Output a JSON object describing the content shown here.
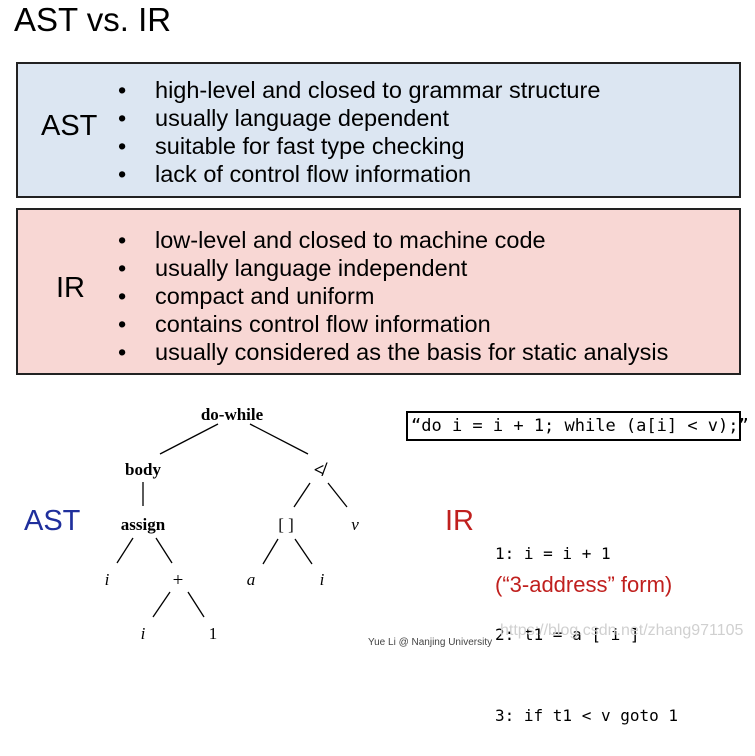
{
  "title": "AST vs. IR",
  "ast_box": {
    "label": "AST",
    "bullets": [
      "high-level and closed to grammar structure",
      "usually language dependent",
      "suitable for fast type checking",
      "lack of control flow information"
    ]
  },
  "ir_box": {
    "label": "IR",
    "bullets": [
      "low-level and closed to machine code",
      "usually language independent",
      "compact and uniform",
      "contains control flow information",
      "usually considered as the basis for static analysis"
    ]
  },
  "bullet_glyph": "•",
  "diagram": {
    "ast_side_label": "AST",
    "ir_side_label": "IR",
    "tree_nodes": {
      "do_while": "do-while",
      "body": "body",
      "not_less": "≮",
      "assign": "assign",
      "index": "[ ]",
      "v": "v",
      "i_left": "i",
      "plus": "+",
      "a": "a",
      "i_index": "i",
      "i_plus": "i",
      "one": "1"
    },
    "source_code": "“do i = i + 1; while (a[i] < v);”",
    "ir_lines": [
      "1: i = i + 1",
      "2: t1 = a [ i ]",
      "3: if t1 < v goto 1"
    ],
    "form_note": "(“3-address” form)"
  },
  "footer": "Yue Li @ Nanjing University",
  "watermark": "https://blog.csdn.net/zhang971105",
  "colors": {
    "ast_box_bg": "#dce6f2",
    "ir_box_bg": "#f8d7d4",
    "ast_label_blue": "#1f2f9c",
    "ir_label_red": "#c0201e"
  }
}
